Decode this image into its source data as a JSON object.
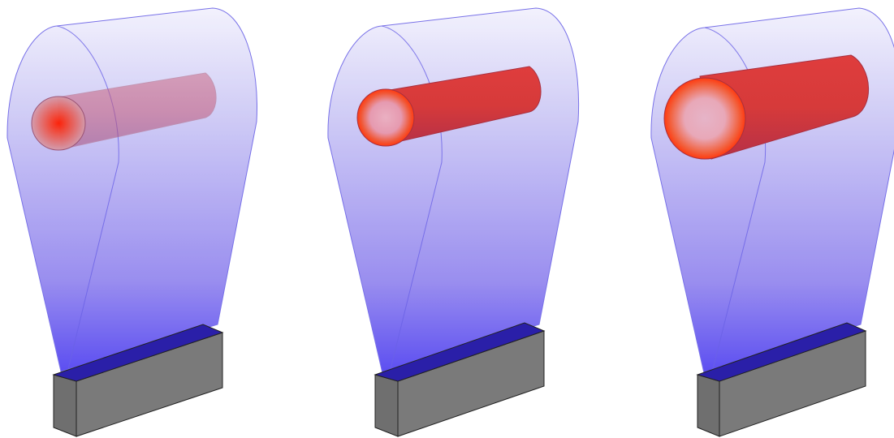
{
  "figure": {
    "panels": [
      {
        "id": "panel-1",
        "heated_volume_fraction": 0.3,
        "tube_opacity": 0.35,
        "hotspot_color": "#ee2200"
      },
      {
        "id": "panel-2",
        "heated_volume_fraction": 0.6,
        "tube_opacity": 0.85,
        "hotspot_color": "#ff4a1a"
      },
      {
        "id": "panel-3",
        "heated_volume_fraction": 1.0,
        "tube_opacity": 0.9,
        "hotspot_color": "#ff3a10"
      }
    ],
    "colors": {
      "beam_top": "#eeeefc",
      "beam_bottom": "#4a3cf0",
      "beam_outline": "#6060e0",
      "source_block": "#7c7c7c",
      "source_block_side": "#6b6b6b",
      "source_emitter": "#2a1fa8",
      "tube_red": "#d63a3a",
      "tube_end_pink": "#e8a6b5"
    },
    "icons": {
      "beam": "light-beam-shape",
      "source": "emitter-block-shape",
      "tube": "cylinder-shape"
    }
  }
}
